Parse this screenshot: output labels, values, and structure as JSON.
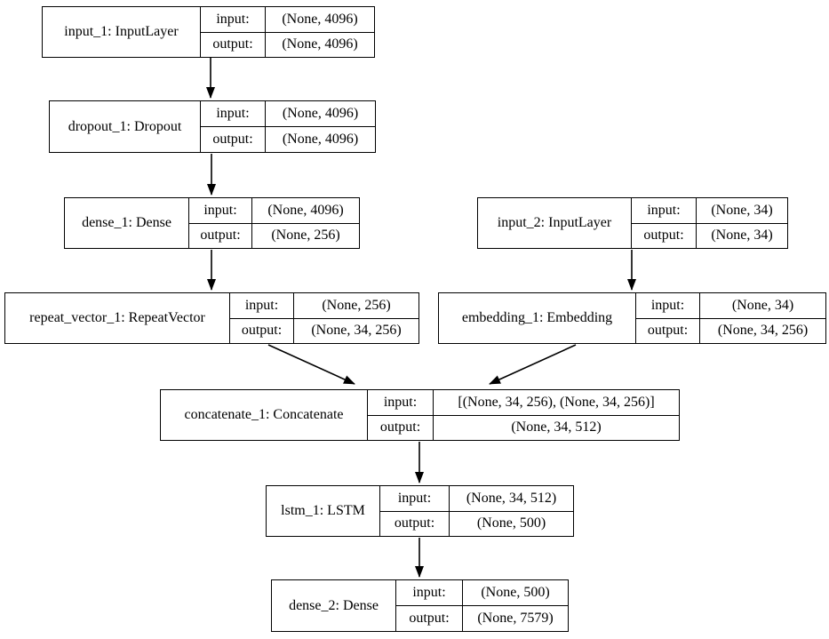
{
  "diagram": {
    "kind": "keras-model-architecture",
    "colors": {
      "background": "#ffffff",
      "border": "#000000",
      "text": "#000000",
      "edge": "#000000"
    },
    "labels": {
      "input": "input:",
      "output": "output:"
    },
    "nodes": [
      {
        "id": "input_1",
        "title": "input_1: InputLayer",
        "input_shape": "(None, 4096)",
        "output_shape": "(None, 4096)"
      },
      {
        "id": "dropout_1",
        "title": "dropout_1: Dropout",
        "input_shape": "(None, 4096)",
        "output_shape": "(None, 4096)"
      },
      {
        "id": "dense_1",
        "title": "dense_1: Dense",
        "input_shape": "(None, 4096)",
        "output_shape": "(None, 256)"
      },
      {
        "id": "repeat_vector_1",
        "title": "repeat_vector_1: RepeatVector",
        "input_shape": "(None, 256)",
        "output_shape": "(None, 34, 256)"
      },
      {
        "id": "input_2",
        "title": "input_2: InputLayer",
        "input_shape": "(None, 34)",
        "output_shape": "(None, 34)"
      },
      {
        "id": "embedding_1",
        "title": "embedding_1: Embedding",
        "input_shape": "(None, 34)",
        "output_shape": "(None, 34, 256)"
      },
      {
        "id": "concatenate_1",
        "title": "concatenate_1: Concatenate",
        "input_shape": "[(None, 34, 256), (None, 34, 256)]",
        "output_shape": "(None, 34, 512)"
      },
      {
        "id": "lstm_1",
        "title": "lstm_1: LSTM",
        "input_shape": "(None, 34, 512)",
        "output_shape": "(None, 500)"
      },
      {
        "id": "dense_2",
        "title": "dense_2: Dense",
        "input_shape": "(None, 500)",
        "output_shape": "(None, 7579)"
      }
    ],
    "edges": [
      {
        "from": "input_1",
        "to": "dropout_1"
      },
      {
        "from": "dropout_1",
        "to": "dense_1"
      },
      {
        "from": "dense_1",
        "to": "repeat_vector_1"
      },
      {
        "from": "input_2",
        "to": "embedding_1"
      },
      {
        "from": "repeat_vector_1",
        "to": "concatenate_1"
      },
      {
        "from": "embedding_1",
        "to": "concatenate_1"
      },
      {
        "from": "concatenate_1",
        "to": "lstm_1"
      },
      {
        "from": "lstm_1",
        "to": "dense_2"
      }
    ]
  }
}
